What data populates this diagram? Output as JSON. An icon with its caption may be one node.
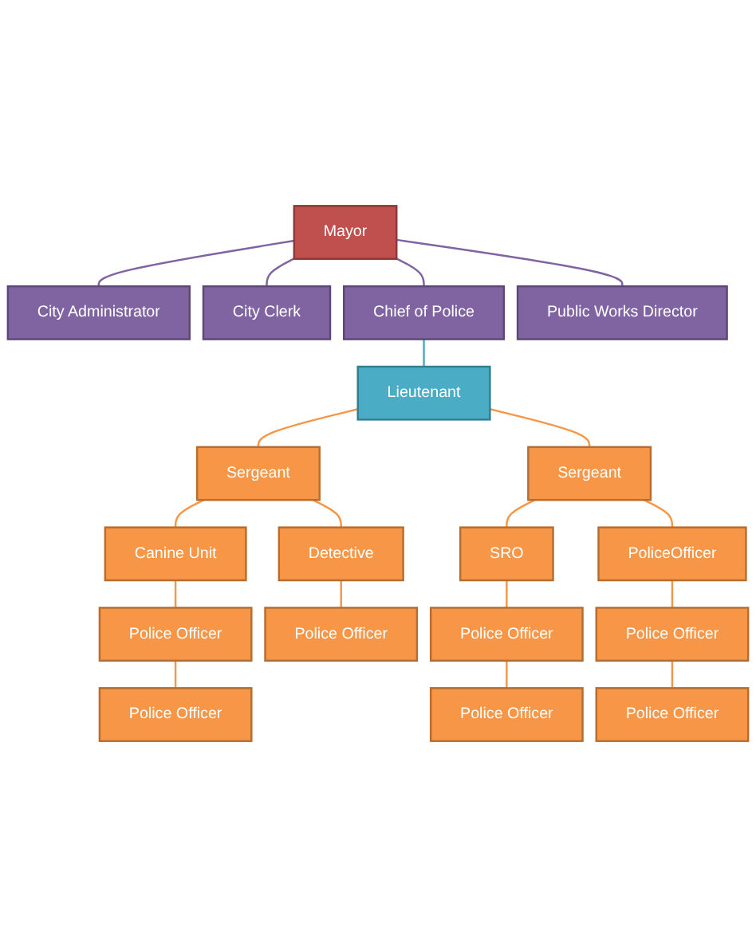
{
  "diagram": {
    "nodes": [
      {
        "text": [
          "Mayor"
        ]
      },
      {
        "text": [
          "City Administrator"
        ]
      },
      {
        "text": [
          "City Clerk"
        ]
      },
      {
        "text": [
          "Chief of Police"
        ]
      },
      {
        "text": [
          "Public Works Director"
        ]
      },
      {
        "text": [
          "Lieutenant"
        ]
      },
      {
        "text": [
          "Sergeant"
        ]
      },
      {
        "text": [
          "Sergeant"
        ]
      },
      {
        "text": [
          "Canine Unit"
        ]
      },
      {
        "text": [
          "Detective"
        ]
      },
      {
        "text": [
          "SRO"
        ]
      },
      {
        "text": [
          "PoliceOfficer"
        ]
      },
      {
        "text": [
          "Police Officer"
        ]
      },
      {
        "text": [
          "Police Officer"
        ]
      },
      {
        "text": [
          "Police Officer"
        ]
      },
      {
        "text": [
          "Police Officer"
        ]
      },
      {
        "text": [
          "Police Officer"
        ]
      },
      {
        "text": [
          "Police Officer"
        ]
      },
      {
        "text": [
          "Police Officer"
        ]
      }
    ],
    "edges": [
      {
        "from": 0,
        "to": 1,
        "arrow": "none",
        "color": "#8064a2"
      },
      {
        "from": 0,
        "to": 2,
        "arrow": "none",
        "color": "#8064a2"
      },
      {
        "from": 0,
        "to": 3,
        "arrow": "none",
        "color": "#8064a2"
      },
      {
        "from": 0,
        "to": 4,
        "arrow": "none",
        "color": "#8064a2"
      },
      {
        "from": 3,
        "to": 5,
        "arrow": "none",
        "color": "#4bacc6"
      },
      {
        "from": 5,
        "to": 6,
        "arrow": "none"
      },
      {
        "from": 5,
        "to": 7,
        "arrow": "none"
      },
      {
        "from": 6,
        "to": 8,
        "arrow": "none"
      },
      {
        "from": 6,
        "to": 9,
        "arrow": "none"
      },
      {
        "from": 7,
        "to": 10,
        "arrow": "none"
      },
      {
        "from": 7,
        "to": 11,
        "arrow": "none"
      },
      {
        "from": 8,
        "to": 12,
        "arrow": "none"
      },
      {
        "from": 9,
        "to": 13,
        "arrow": "none"
      },
      {
        "from": 10,
        "to": 14,
        "arrow": "none"
      },
      {
        "from": 11,
        "to": 15,
        "arrow": "none"
      },
      {
        "from": 12,
        "to": 16,
        "arrow": "none"
      },
      {
        "from": 14,
        "to": 17,
        "arrow": "none"
      },
      {
        "from": 15,
        "to": 18,
        "arrow": "none"
      }
    ]
  }
}
